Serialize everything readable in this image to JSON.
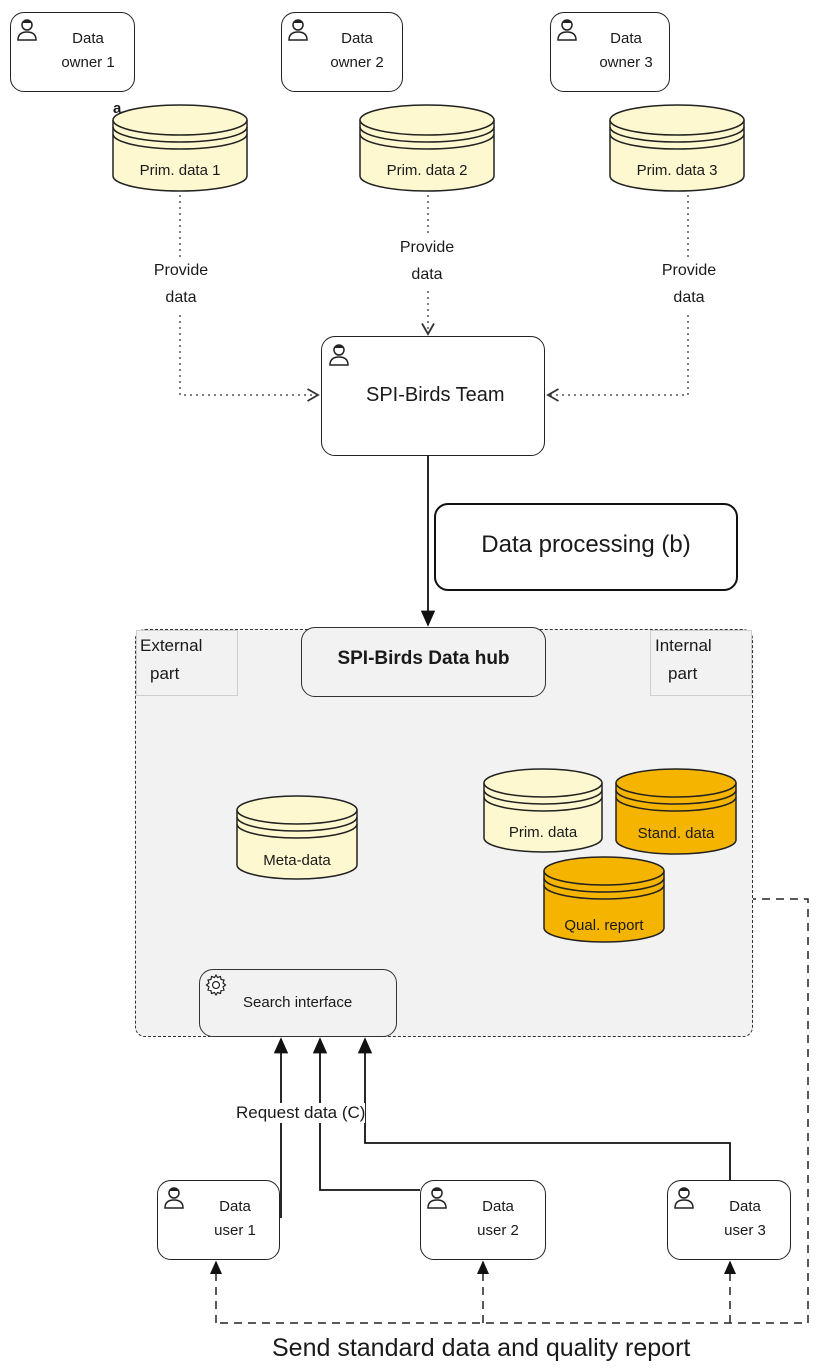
{
  "owners": [
    {
      "line1": "Data",
      "line2": "owner 1"
    },
    {
      "line1": "Data",
      "line2": "owner 2"
    },
    {
      "line1": "Data",
      "line2": "owner 3"
    }
  ],
  "primary_data": [
    {
      "label": "Prim. data 1"
    },
    {
      "label": "Prim. data 2"
    },
    {
      "label": "Prim. data 3"
    }
  ],
  "marker_a": "a",
  "provide_labels": [
    {
      "line1": "Provide",
      "line2": "data"
    },
    {
      "line1": "Provide",
      "line2": "data"
    },
    {
      "line1": "Provide",
      "line2": "data"
    }
  ],
  "team": {
    "label": "SPI-Birds Team"
  },
  "processing": {
    "label": "Data processing (b)"
  },
  "hub": {
    "title": "SPI-Birds Data hub",
    "external": {
      "line1": "External",
      "line2": "part"
    },
    "internal": {
      "line1": "Internal",
      "line2": "part"
    },
    "meta_data": "Meta-data",
    "prim_data": "Prim. data",
    "stand_data": "Stand. data",
    "qual_report": "Qual. report",
    "search": "Search interface"
  },
  "request_label": "Request data (C)",
  "users": [
    {
      "line1": "Data",
      "line2": "user 1"
    },
    {
      "line1": "Data",
      "line2": "user 2"
    },
    {
      "line1": "Data",
      "line2": "user 3"
    }
  ],
  "bottom_label": "Send standard data and quality report",
  "colors": {
    "cream": "#fdf8cf",
    "orange": "#f5b400",
    "hub_bg": "#f2f2f2"
  }
}
